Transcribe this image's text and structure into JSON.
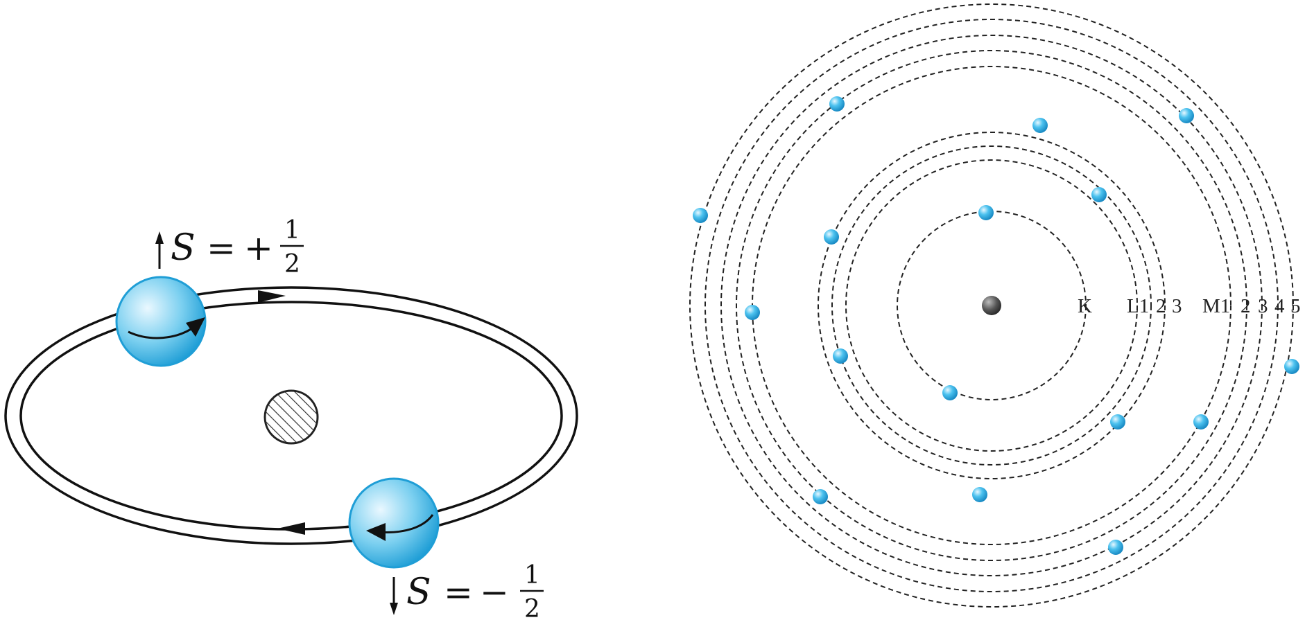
{
  "spin_diagram": {
    "spin_up": {
      "symbol": "S",
      "equals": "=",
      "sign": "+",
      "numerator": "1",
      "denominator": "2"
    },
    "spin_down": {
      "symbol": "S",
      "equals": "=",
      "sign": "−",
      "numerator": "1",
      "denominator": "2"
    }
  },
  "shell_diagram": {
    "labels": [
      "K",
      "L1",
      "2",
      "3",
      "M1",
      "2",
      "3",
      "4",
      "5"
    ],
    "colors": {
      "electron": "#29a9df",
      "nucleus": "#555555",
      "orbit": "#222222"
    }
  }
}
